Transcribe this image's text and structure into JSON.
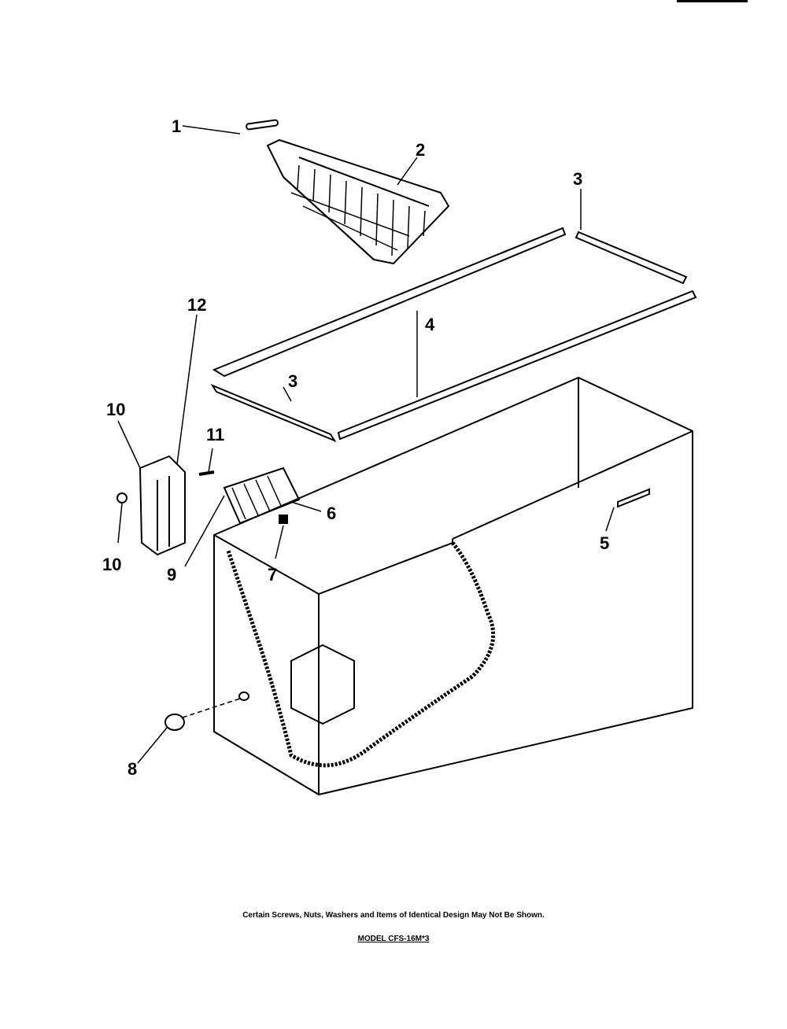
{
  "diagram": {
    "callouts": [
      "1",
      "2",
      "3",
      "3",
      "4",
      "5",
      "6",
      "7",
      "8",
      "9",
      "10",
      "10",
      "11",
      "12"
    ]
  },
  "footer": {
    "note": "Certain Screws, Nuts, Washers and Items of Identical Design May Not Be Shown.",
    "model": "MODEL CFS-16M*3"
  }
}
